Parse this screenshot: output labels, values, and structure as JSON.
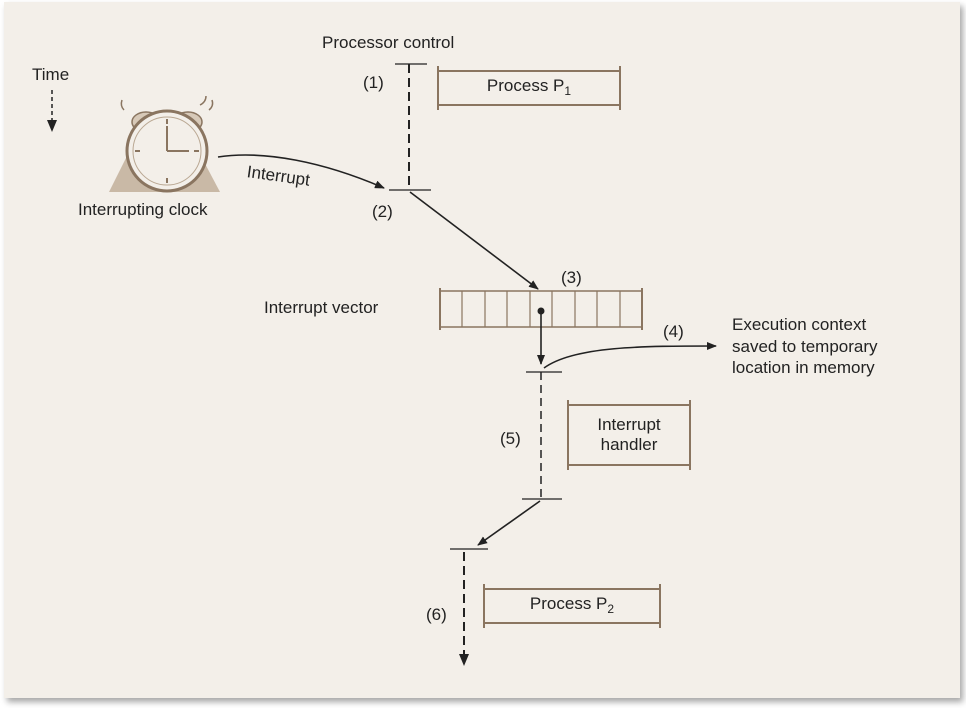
{
  "labels": {
    "time": "Time",
    "processor_control": "Processor control",
    "interrupting_clock": "Interrupting clock",
    "interrupt": "Interrupt",
    "interrupt_vector": "Interrupt vector",
    "execution_context_line1": "Execution context",
    "execution_context_line2": "saved to temporary",
    "execution_context_line3": "location in memory"
  },
  "steps": {
    "s1": "(1)",
    "s2": "(2)",
    "s3": "(3)",
    "s4": "(4)",
    "s5": "(5)",
    "s6": "(6)"
  },
  "boxes": {
    "process_p1_text": "Process P",
    "process_p1_sub": "1",
    "interrupt_handler_line1": "Interrupt",
    "interrupt_handler_line2": "handler",
    "process_p2_text": "Process P",
    "process_p2_sub": "2"
  },
  "colors": {
    "paper": "#f3efe9",
    "box_border": "#8a7560",
    "clock_body": "#c9b9a6",
    "ink": "#222222"
  },
  "icons": {
    "clock": "alarm-clock-icon"
  }
}
